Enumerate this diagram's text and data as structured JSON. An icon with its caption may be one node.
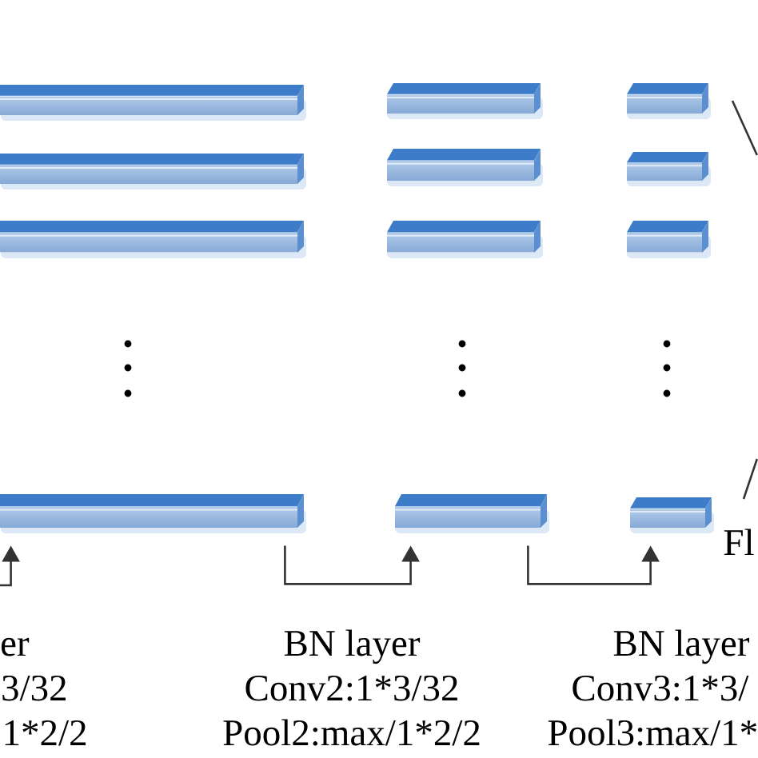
{
  "diagram": {
    "nodes": [
      {
        "text": [],
        "shape": "bar"
      },
      {
        "text": [],
        "shape": "bar"
      },
      {
        "text": [],
        "shape": "bar"
      },
      {
        "text": [],
        "shape": "bar"
      },
      {
        "text": [],
        "shape": "bar"
      },
      {
        "text": [],
        "shape": "bar"
      },
      {
        "text": [],
        "shape": "bar"
      },
      {
        "text": [],
        "shape": "bar"
      },
      {
        "text": [],
        "shape": "bar"
      },
      {
        "text": [],
        "shape": "bar"
      },
      {
        "text": [],
        "shape": "bar"
      },
      {
        "text": [],
        "shape": "bar"
      }
    ],
    "edges": [
      {
        "from": null,
        "to": 9,
        "arrow": "to"
      },
      {
        "from": 9,
        "to": 10,
        "arrow": "to"
      },
      {
        "from": 10,
        "to": 11,
        "arrow": "to"
      }
    ],
    "labels": [
      "Fl",
      "er",
      "3/32",
      "1*2/2",
      "BN layer",
      "Conv2:1*3/32",
      "Pool2:max/1*2/2",
      "BN layer",
      "Conv3:1*3/",
      "Pool3:max/1*"
    ]
  }
}
